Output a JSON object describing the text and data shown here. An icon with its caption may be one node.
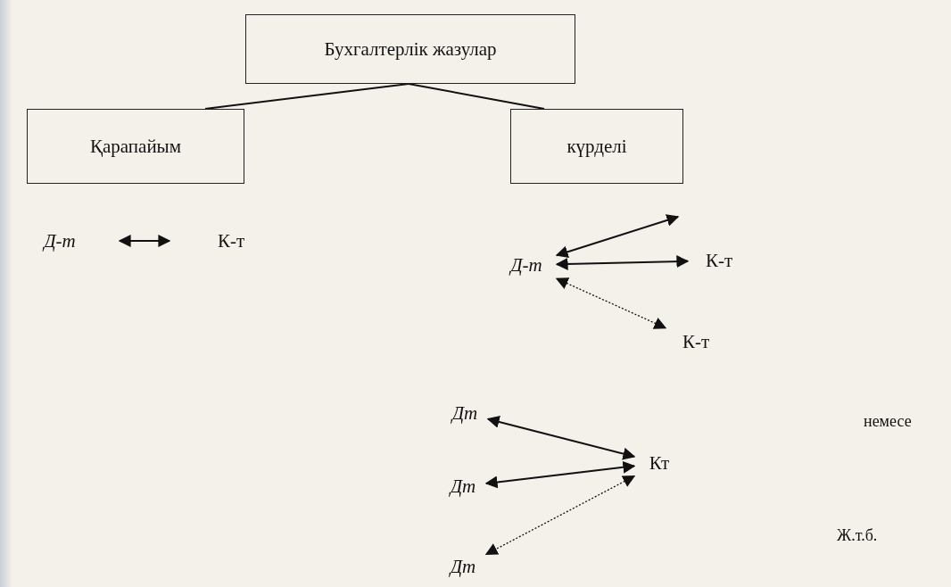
{
  "diagram": {
    "nodes": [
      {
        "text": [
          "Бухгалтерлік жазулар"
        ]
      },
      {
        "text": [
          "Қарапайым"
        ]
      },
      {
        "text": [
          "күрделі"
        ]
      },
      {
        "text": [
          "Д-т"
        ]
      },
      {
        "text": [
          "К-т"
        ]
      },
      {
        "text": [
          "Д-т"
        ]
      },
      {
        "text": [
          "К-т"
        ]
      },
      {
        "text": [
          "К-т"
        ]
      },
      {
        "text": [
          "Дт"
        ]
      },
      {
        "text": [
          "Дт"
        ]
      },
      {
        "text": [
          "Дт"
        ]
      },
      {
        "text": [
          "Кт"
        ]
      }
    ],
    "edges": [
      {
        "from": 0,
        "to": 1,
        "arrow": "none"
      },
      {
        "from": 0,
        "to": 2,
        "arrow": "none"
      },
      {
        "from": 3,
        "to": 4,
        "arrow": "both"
      },
      {
        "from": 5,
        "to": null,
        "arrow": "both"
      },
      {
        "from": 5,
        "to": 6,
        "arrow": "both"
      },
      {
        "from": 5,
        "to": 7,
        "arrow": "both",
        "style": "dashed"
      },
      {
        "from": 11,
        "to": 8,
        "arrow": "both"
      },
      {
        "from": 11,
        "to": 9,
        "arrow": "both"
      },
      {
        "from": 11,
        "to": 10,
        "arrow": "both",
        "style": "dashed"
      }
    ],
    "labels": [
      "немесе",
      "Ж.т.б."
    ]
  }
}
